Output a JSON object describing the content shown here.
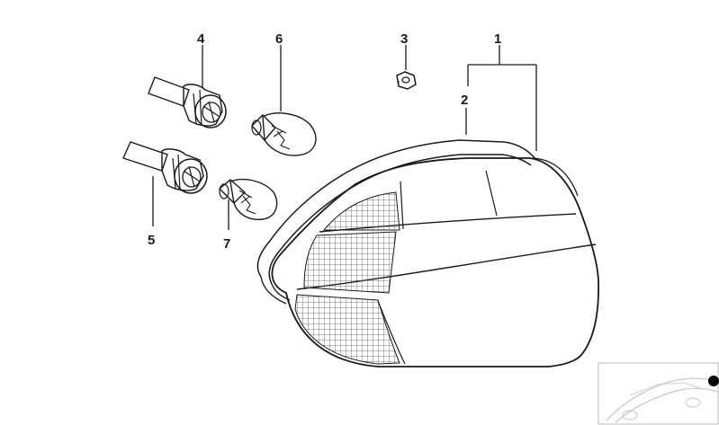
{
  "callouts": {
    "c1": "1",
    "c2": "2",
    "c3": "3",
    "c4": "4",
    "c5": "5",
    "c6": "6",
    "c7": "7"
  },
  "parts": [
    {
      "callout": "1",
      "name": "tail-light-assembly"
    },
    {
      "callout": "2",
      "name": "tail-light-gasket"
    },
    {
      "callout": "3",
      "name": "hex-nut"
    },
    {
      "callout": "4",
      "name": "bulb-socket"
    },
    {
      "callout": "5",
      "name": "bulb-socket"
    },
    {
      "callout": "6",
      "name": "bulb"
    },
    {
      "callout": "7",
      "name": "bulb"
    }
  ],
  "thumbnail": {
    "icon": "car-location-icon",
    "marker_color": "#000000"
  }
}
